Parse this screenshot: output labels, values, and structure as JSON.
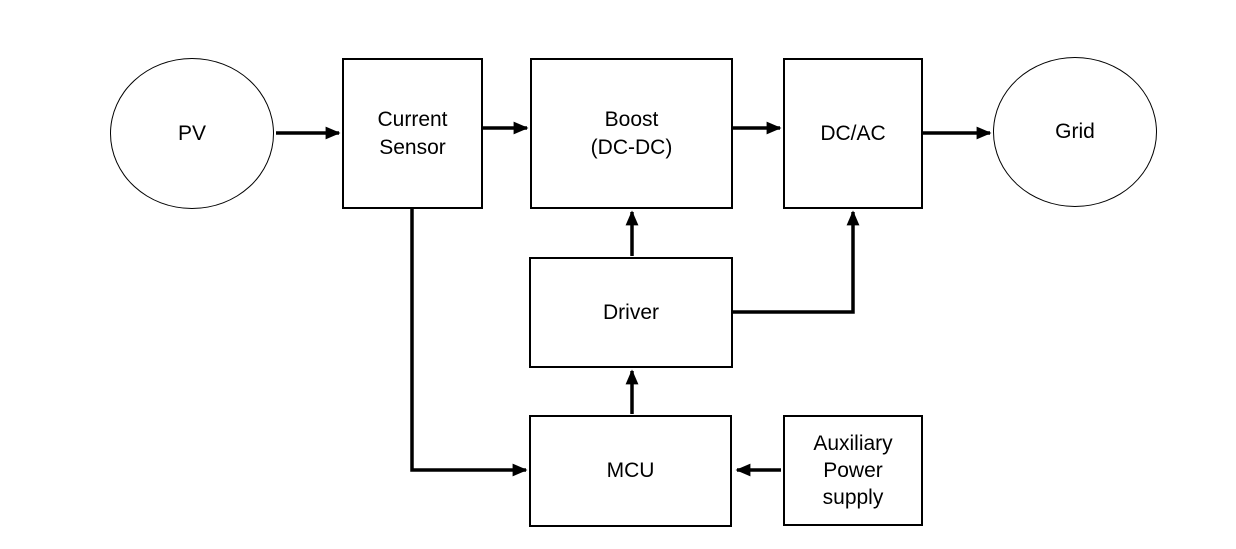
{
  "diagram": {
    "background": "#ffffff",
    "stroke_color": "#000000",
    "text_color": "#000000",
    "nodes": {
      "pv": {
        "label": "PV",
        "shape": "ellipse"
      },
      "current_sensor": {
        "label": "Current\nSensor",
        "shape": "rect"
      },
      "boost": {
        "label": "Boost\n(DC-DC)",
        "shape": "rect"
      },
      "dc_ac": {
        "label": "DC/AC",
        "shape": "rect"
      },
      "grid": {
        "label": "Grid",
        "shape": "ellipse"
      },
      "driver": {
        "label": "Driver",
        "shape": "rect"
      },
      "mcu": {
        "label": "MCU",
        "shape": "rect"
      },
      "aux_power": {
        "label": "Auxiliary\nPower\nsupply",
        "shape": "rect"
      }
    },
    "edges": [
      {
        "from": "pv",
        "to": "current_sensor"
      },
      {
        "from": "current_sensor",
        "to": "boost"
      },
      {
        "from": "boost",
        "to": "dc_ac"
      },
      {
        "from": "dc_ac",
        "to": "grid"
      },
      {
        "from": "driver",
        "to": "boost"
      },
      {
        "from": "driver",
        "to": "dc_ac"
      },
      {
        "from": "mcu",
        "to": "driver"
      },
      {
        "from": "current_sensor",
        "to": "mcu"
      },
      {
        "from": "aux_power",
        "to": "mcu"
      }
    ]
  }
}
